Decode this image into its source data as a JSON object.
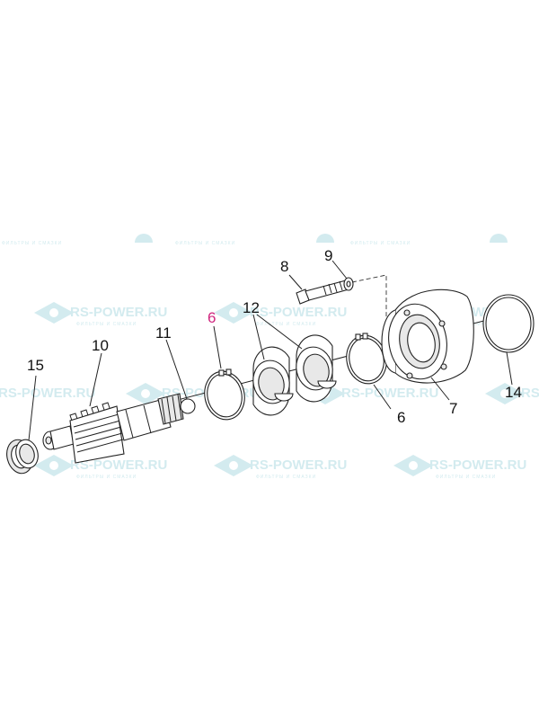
{
  "callouts": [
    {
      "id": "c15",
      "label": "15"
    },
    {
      "id": "c10",
      "label": "10"
    },
    {
      "id": "c11",
      "label": "11"
    },
    {
      "id": "c6a",
      "label": "6"
    },
    {
      "id": "c12",
      "label": "12"
    },
    {
      "id": "c8",
      "label": "8"
    },
    {
      "id": "c9",
      "label": "9"
    },
    {
      "id": "c6b",
      "label": "6"
    },
    {
      "id": "c7",
      "label": "7"
    },
    {
      "id": "c14",
      "label": "14"
    }
  ],
  "watermark": {
    "brand": "RS-POWER.RU",
    "tagline": "ФИЛЬТРЫ И СМАЗКИ",
    "color": "#d3ebef"
  },
  "colors": {
    "ink": "#222222",
    "accent_label": "#d0267e"
  }
}
